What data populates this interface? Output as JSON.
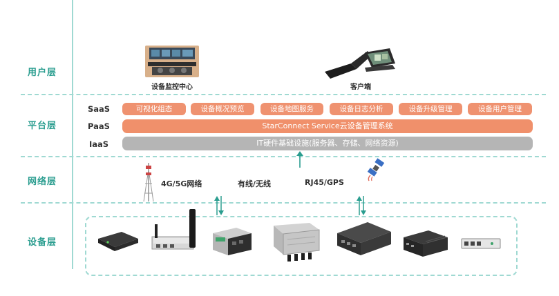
{
  "layers": {
    "user": "用户层",
    "platform": "平台层",
    "network": "网络层",
    "device": "设备层"
  },
  "platform_sublayers": {
    "saas": "SaaS",
    "paas": "PaaS",
    "iaas": "IaaS"
  },
  "saas_items": [
    "可视化组态",
    "设备概况预览",
    "设备地图服务",
    "设备日志分析",
    "设备升级管理",
    "设备用户管理"
  ],
  "paas_bar": "StarConnect Service云设备管理系统",
  "iaas_bar": "IT硬件基础设施(服务器、存储、网络资源)",
  "user_captions": {
    "monitor_center": "设备监控中心",
    "client": "客户端"
  },
  "network_methods": [
    "4G/5G网络",
    "有线/无线",
    "RJ45/GPS"
  ],
  "colors": {
    "accent": "#2a9d8f",
    "divider": "#9fd9d2",
    "saas_orange": "#ef9270",
    "paas_orange": "#f0906b",
    "iaas_gray": "#b5b5b5"
  }
}
